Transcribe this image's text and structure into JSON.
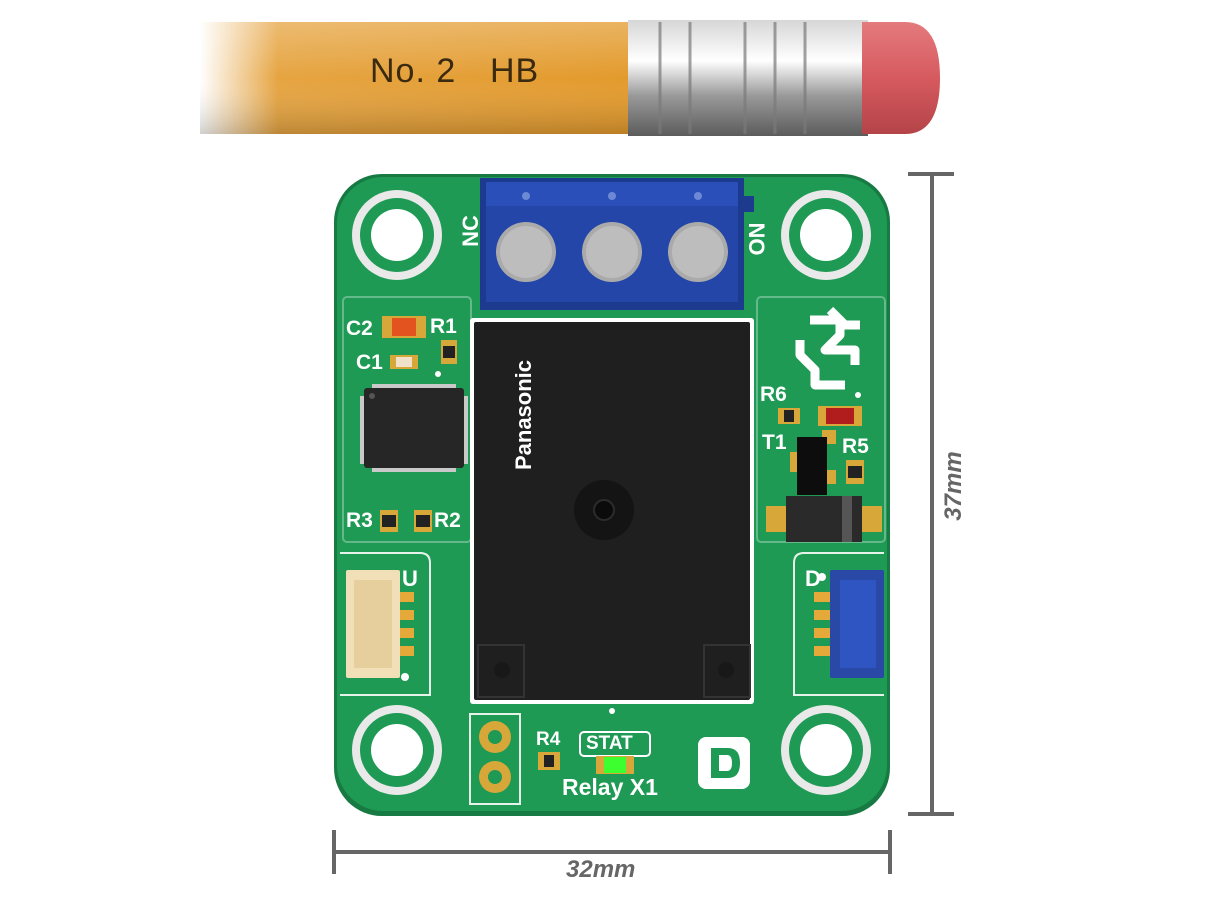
{
  "pencil": {
    "text_grade": "No. 2",
    "text_hardness": "HB"
  },
  "board": {
    "terminal_left": "NC",
    "terminal_right": "NO",
    "relay_brand": "Panasonic",
    "title": "Relay X1",
    "stat_label": "STAT",
    "connector_left": "U",
    "connector_right": "D",
    "refs": {
      "c1": "C1",
      "c2": "C2",
      "r1": "R1",
      "r2": "R2",
      "r3": "R3",
      "r4": "R4",
      "r5": "R5",
      "r6": "R6",
      "t1": "T1"
    },
    "logo_letter": "D"
  },
  "dimensions": {
    "width": "32mm",
    "height": "37mm"
  },
  "colors": {
    "pcb": "#1e9a55",
    "pcb_edge": "#177a42",
    "terminal": "#2346a8",
    "relay": "#1f1f1f",
    "pencil_body": "#e39a2c",
    "eraser": "#d65a5f",
    "dimension": "#666666",
    "led": "#3dff2f"
  }
}
